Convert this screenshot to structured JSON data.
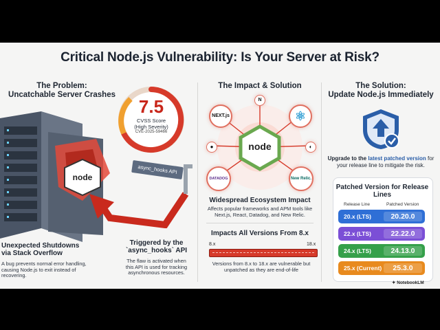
{
  "title": "Critical Node.js Vulnerability: Is Your Server at Risk?",
  "problem": {
    "header": "The Problem:\nUncatchable Server Crashes",
    "cvss_score": "7.5",
    "cvss_label": "CVSS Score",
    "cvss_severity": "(High Severity)",
    "cve_id": "CVE-2025-59466",
    "api_tag": "async_hooks API",
    "shutdown_heading": "Unexpected Shutdowns via Stack Overflow",
    "shutdown_text": "A bug prevents normal error handling, causing Node.js to exit instead of recovering.",
    "trigger_heading": "Triggered by the `async_hooks` API",
    "trigger_text": "The flaw is activated when this API is used for tracking asynchronous resources."
  },
  "impact": {
    "header": "The Impact & Solution",
    "node_logo": "node",
    "ecosystem_heading": "Widespread Ecosystem Impact",
    "ecosystem_text": "Affects popular frameworks and APM tools like Next.js, React, Datadog, and New Relic.",
    "versions_heading": "Impacts All Versions From 8.x",
    "range_start": "8.x",
    "range_end": "18.x",
    "range_text": "Versions from 8.x to 18.x are vulnerable but unpatched as they are end-of-life",
    "ecosystem_icons": [
      "next-logo-icon",
      "react-logo-icon",
      "datadog-logo-icon",
      "new-relic-logo-icon",
      "n-logo-icon",
      "github-logo-icon",
      "fastify-logo-icon"
    ],
    "icon_labels": {
      "next": "NEXT.js",
      "datadog": "DATADOG",
      "newrelic": "New Relic.",
      "n": "N"
    }
  },
  "solution": {
    "header": "The Solution:\nUpdate Node.js Immediately",
    "upgrade_pre": "Upgrade to the ",
    "upgrade_bold": "latest patched version",
    "upgrade_post": " for your release line to mitigate the risk.",
    "table_title": "Patched Version for Release Lines",
    "col_release": "Release Line",
    "col_patched": "Patched Version",
    "rows": [
      {
        "line": "20.x (LTS)",
        "version": "20.20.0",
        "color": "#2f6fd6"
      },
      {
        "line": "22.x (LTS)",
        "version": "22.22.0",
        "color": "#7b4fd6"
      },
      {
        "line": "24.x (LTS)",
        "version": "24.13.0",
        "color": "#35a04a"
      },
      {
        "line": "25.x (Current)",
        "version": "25.3.0",
        "color": "#e88a1e"
      }
    ]
  },
  "branding": "NotebookLM",
  "colors": {
    "accent_red": "#d63a2a",
    "background": "#f5f5f4",
    "node_green": "#6aa84f",
    "shield_blue": "#2a5ea8"
  }
}
